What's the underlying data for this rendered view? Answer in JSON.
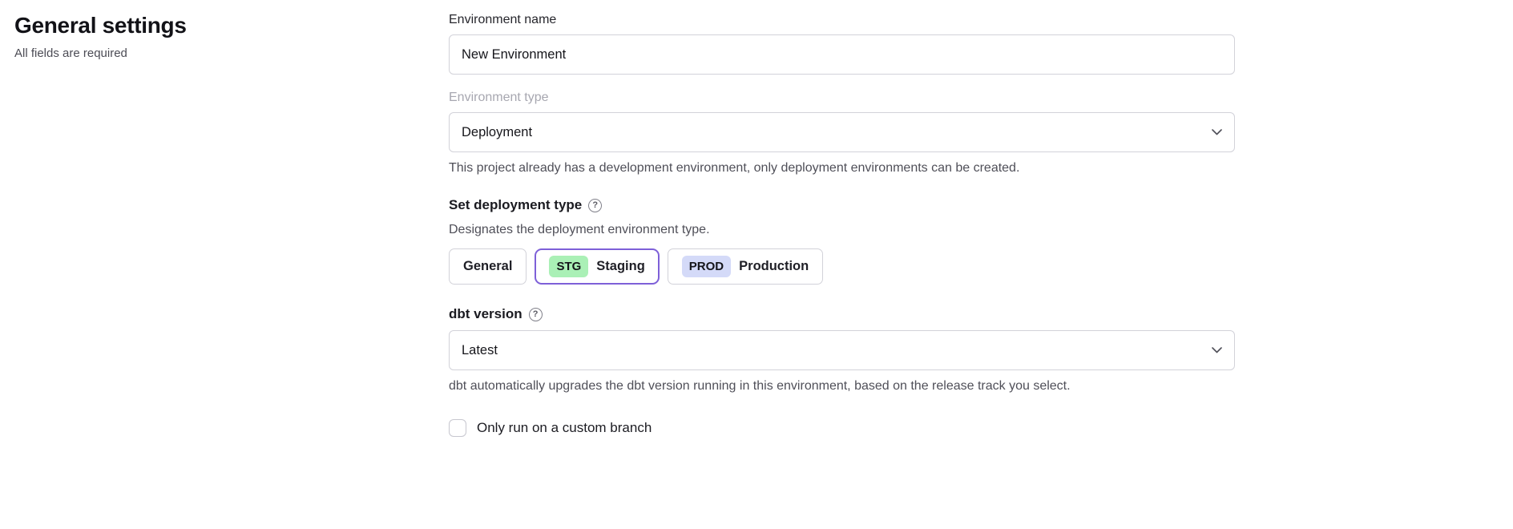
{
  "page": {
    "title": "General settings",
    "subtitle": "All fields are required"
  },
  "form": {
    "environment_name": {
      "label": "Environment name",
      "value": "New Environment"
    },
    "environment_type": {
      "label": "Environment type",
      "value": "Deployment",
      "helper": "This project already has a development environment, only deployment environments can be created."
    },
    "deployment_type": {
      "label": "Set deployment type",
      "helper": "Designates the deployment environment type.",
      "options": [
        {
          "label": "General",
          "badge": "",
          "selected": false
        },
        {
          "label": "Staging",
          "badge": "STG",
          "selected": true
        },
        {
          "label": "Production",
          "badge": "PROD",
          "selected": false
        }
      ]
    },
    "dbt_version": {
      "label": "dbt version",
      "value": "Latest",
      "helper": "dbt automatically upgrades the dbt version running in this environment, based on the release track you select."
    },
    "custom_branch": {
      "label": "Only run on a custom branch",
      "checked": false
    }
  },
  "icons": {
    "help": "?"
  },
  "colors": {
    "stg_badge_bg": "#aaf0b6",
    "prod_badge_bg": "#d4daf8",
    "selected_border": "#7e60d8"
  }
}
